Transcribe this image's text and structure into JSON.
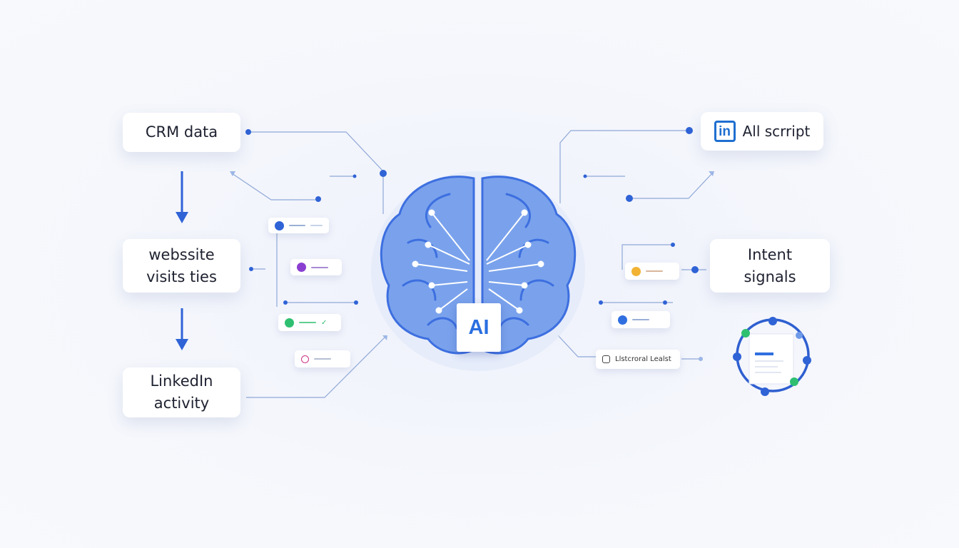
{
  "left_inputs": [
    {
      "label": "CRM data"
    },
    {
      "label_line1": "webssite",
      "label_line2": "visits ties"
    },
    {
      "label_line1": "LinkedIn",
      "label_line2": "activity"
    }
  ],
  "center": {
    "badge": "AI"
  },
  "right_outputs": {
    "script": {
      "icon_text": "in",
      "label": "All scrript"
    },
    "intent": {
      "label_line1": "Intent",
      "label_line2": "signals"
    },
    "mini_label": "Llstcroral Lealst"
  },
  "colors": {
    "accent": "#2f6fe0",
    "brain": "#6f9ae8",
    "green": "#2fbf71",
    "purple": "#8a3fd1",
    "amber": "#f2b233"
  }
}
